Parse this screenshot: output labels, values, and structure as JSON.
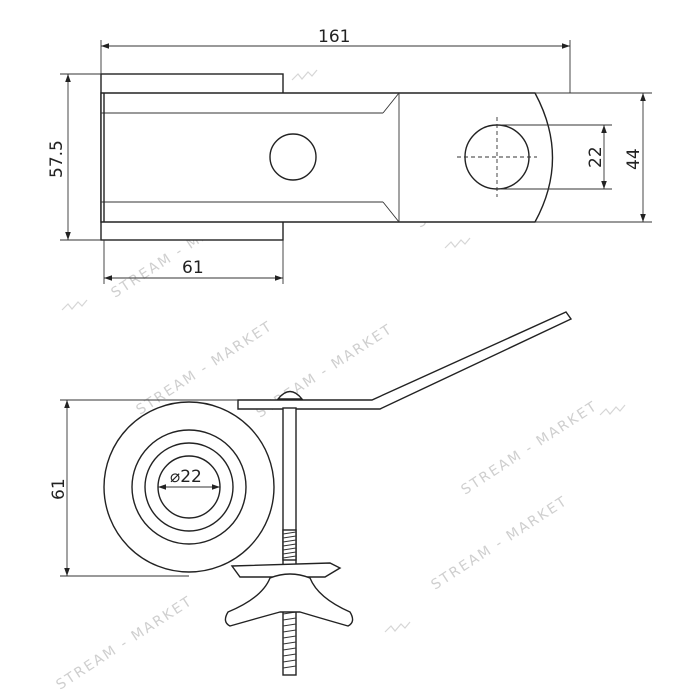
{
  "dimensions": {
    "overall_length": "161",
    "height": "57.5",
    "hole_diameter": "22",
    "bracket_width": "44",
    "base_length": "61",
    "wheel_height": "61",
    "inner_diameter": "⌀22"
  },
  "watermark": {
    "text": "STREAM - MARKET"
  },
  "colors": {
    "line": "#222222",
    "watermark": "#cfcfcf"
  }
}
